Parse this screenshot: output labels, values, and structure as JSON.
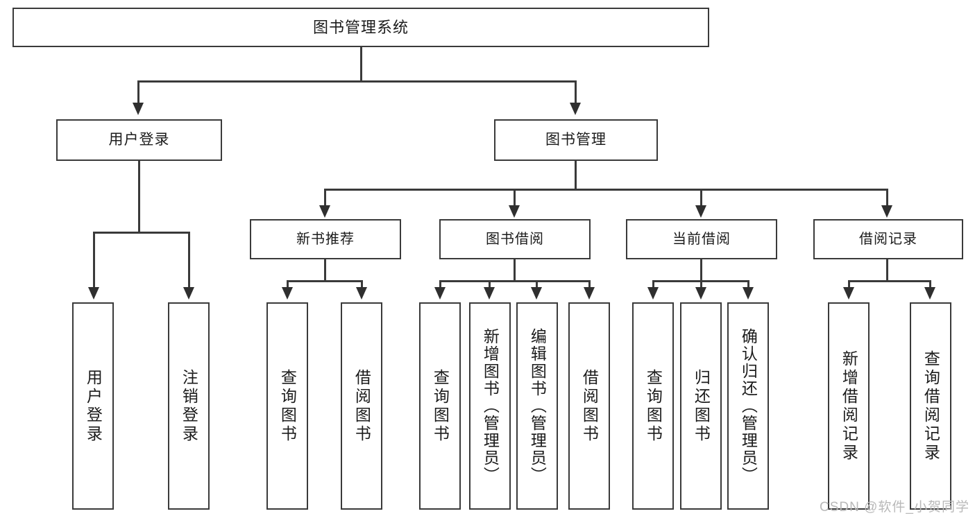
{
  "diagram": {
    "title": "图书管理系统",
    "type": "tree-diagram",
    "watermark": "CSDN @软件_小贺同学",
    "colors": {
      "stroke": "#3a3a3a",
      "fill": "#ffffff",
      "text": "#1b1b1b",
      "watermark": "#b9b9b9"
    }
  },
  "nodes": {
    "root": {
      "label": "图书管理系统"
    },
    "level2": [
      {
        "label": "用户登录"
      },
      {
        "label": "图书管理"
      }
    ],
    "level3": [
      {
        "label": "新书推荐"
      },
      {
        "label": "图书借阅"
      },
      {
        "label": "当前借阅"
      },
      {
        "label": "借阅记录"
      }
    ],
    "leaves": {
      "user_login": [
        {
          "label": "用户登录"
        },
        {
          "label": "注销登录"
        }
      ],
      "new_book_recommend": [
        {
          "label": "查询图书"
        },
        {
          "label": "借阅图书"
        }
      ],
      "book_borrow": [
        {
          "label": "查询图书"
        },
        {
          "label": "新增图书（管理员）"
        },
        {
          "label": "编辑图书（管理员）"
        },
        {
          "label": "借阅图书"
        }
      ],
      "current_borrow": [
        {
          "label": "查询图书"
        },
        {
          "label": "归还图书"
        },
        {
          "label": "确认归还（管理员）"
        }
      ],
      "borrow_record": [
        {
          "label": "新增借阅记录"
        },
        {
          "label": "查询借阅记录"
        }
      ]
    }
  }
}
